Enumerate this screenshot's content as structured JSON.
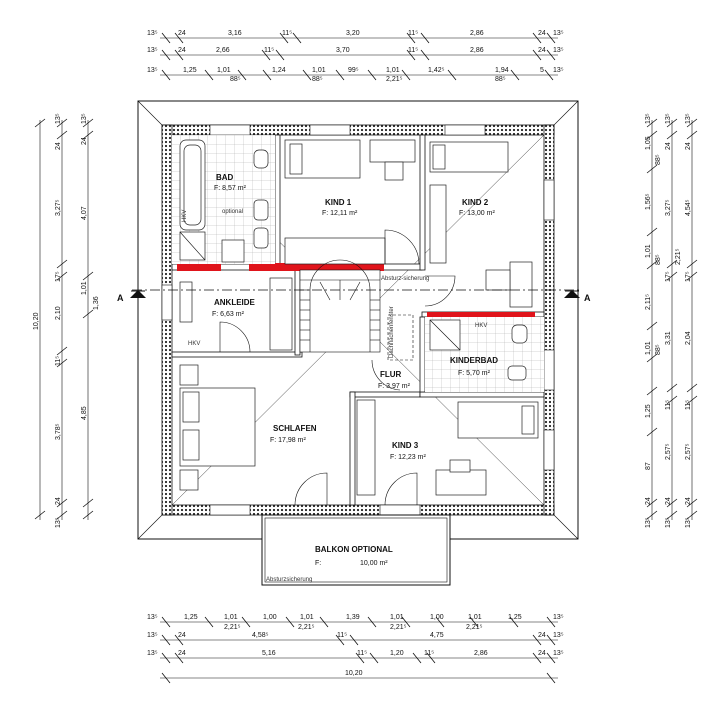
{
  "rooms": {
    "bad": {
      "name": "BAD",
      "area": "F: 8,57 m²",
      "note": "optional"
    },
    "kind1": {
      "name": "KIND 1",
      "area": "F: 12,11 m²"
    },
    "kind2": {
      "name": "KIND 2",
      "area": "F: 13,00 m²"
    },
    "ankleide": {
      "name": "ANKLEIDE",
      "area": "F:  6,63 m²"
    },
    "kinderbad": {
      "name": "KINDERBAD",
      "area": "F:  5,70 m²"
    },
    "flur": {
      "name": "FLUR",
      "area": "F: 3,97 m²"
    },
    "schlafen": {
      "name": "SCHLAFEN",
      "area": "F: 17,98 m²"
    },
    "kind3": {
      "name": "KIND 3",
      "area": "F: 12,23 m²"
    },
    "balkon": {
      "name": "BALKON OPTIONAL",
      "area_label": "F:",
      "area_value": "10,00 m²"
    }
  },
  "annotations": {
    "absturz_top": "Absturz-sicherung",
    "absturz_balkon": "Absturzsicherung",
    "hkv": "HKV",
    "hkv2": "HKV",
    "hkv3": "HKV",
    "dachfenster": "Dachflächenfenster",
    "section_left": "A",
    "section_right": "A"
  },
  "dimensions": {
    "top_row1": [
      "13⁵",
      "24",
      "3,16",
      "11⁵",
      "3,20",
      "11⁵",
      "2,86",
      "24",
      "13⁵"
    ],
    "top_row2": [
      "13⁵",
      "24",
      "2,66",
      "11⁵",
      "3,70",
      "11⁵",
      "2,86",
      "24",
      "13⁵"
    ],
    "top_row3": [
      "13⁵",
      "1,25",
      "1,01",
      "88⁵",
      "1,24",
      "1,01",
      "88⁵",
      "99⁵",
      "1,01",
      "2,21⁵",
      "1,42⁵",
      "1,94",
      "88⁵",
      "5",
      "13⁵"
    ],
    "bottom_row1": [
      "13⁵",
      "1,25",
      "1,01",
      "2,21⁵",
      "1,00",
      "1,01",
      "2,21⁵",
      "1,39",
      "1,01",
      "2,21⁵",
      "1,00",
      "1,01",
      "2,21⁵",
      "1,25",
      "13⁵"
    ],
    "bottom_row2": [
      "13⁵",
      "24",
      "4,58⁵",
      "11⁵",
      "4,75",
      "24",
      "13⁵"
    ],
    "bottom_row3": [
      "13⁵",
      "24",
      "5,16",
      "11⁵",
      "1,20",
      "11⁵",
      "2,86",
      "24",
      "13⁵"
    ],
    "bottom_total": "10,20",
    "left_total": "10,20",
    "left_row2": [
      "13⁵",
      "24",
      "3,27⁵",
      "17⁵",
      "2,10",
      "11⁵",
      "3,78⁵",
      "24",
      "13⁵"
    ],
    "left_row1": [
      "13⁵",
      "24",
      "4,07",
      "1,01",
      "1,36"
    ],
    "left_row1b": [
      "4,85"
    ],
    "right_row1": [
      "13⁵",
      "24",
      "1,05",
      "88⁵",
      "1,56⁵",
      "1,01",
      "88⁵",
      "2,11⁵",
      "1,01",
      "88⁵",
      "1,25",
      "87",
      "24",
      "13⁵"
    ],
    "right_row2": [
      "13⁵",
      "24",
      "3,27⁵",
      "2,21⁵",
      "17⁵",
      "3,31",
      "11⁵",
      "2,57⁵",
      "24",
      "13⁵"
    ],
    "right_row3": [
      "13⁵",
      "24",
      "4,54⁵",
      "17⁵",
      "2,04",
      "11⁵",
      "2,57⁵",
      "24",
      "13⁵"
    ]
  }
}
